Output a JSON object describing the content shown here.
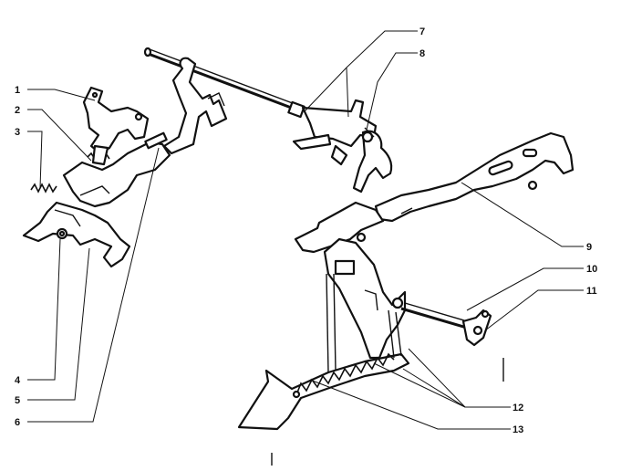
{
  "callouts": [
    {
      "id": "1",
      "text": "1"
    },
    {
      "id": "2",
      "text": "2"
    },
    {
      "id": "3",
      "text": "3"
    },
    {
      "id": "4",
      "text": "4"
    },
    {
      "id": "5",
      "text": "5"
    },
    {
      "id": "6",
      "text": "6"
    },
    {
      "id": "7",
      "text": "7"
    },
    {
      "id": "8",
      "text": "8"
    },
    {
      "id": "9",
      "text": "9"
    },
    {
      "id": "10",
      "text": "10"
    },
    {
      "id": "11",
      "text": "11"
    },
    {
      "id": "12",
      "text": "12"
    },
    {
      "id": "13",
      "text": "13"
    }
  ]
}
